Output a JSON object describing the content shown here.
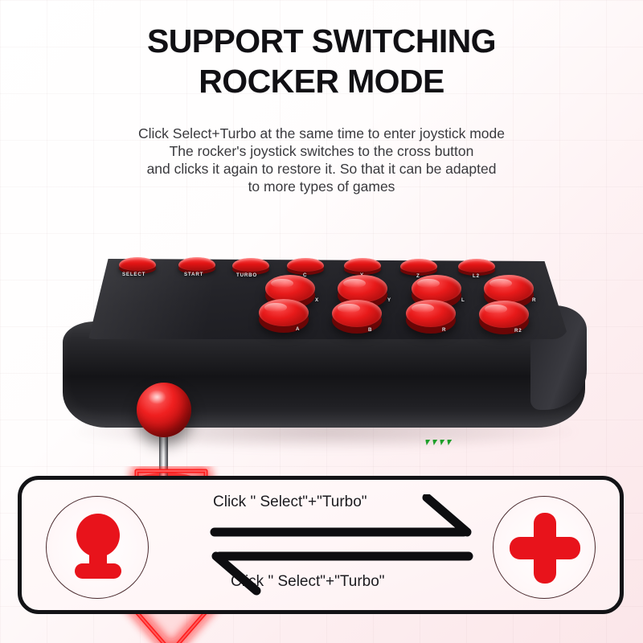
{
  "headline": {
    "line1": "SUPPORT SWITCHING",
    "line2": "ROCKER MODE"
  },
  "subtitle": {
    "line1": "Click Select+Turbo at the same time to enter joystick mode",
    "line2": "The rocker's joystick switches to the cross button",
    "line3": "and clicks it again to restore it. So that it can be adapted",
    "line4": "to more types of games"
  },
  "device": {
    "name": "arcade-fight-stick",
    "joystick": {
      "type": "ball-top-joystick",
      "ball_color": "#e21515"
    },
    "function_buttons": [
      {
        "label": "SELECT"
      },
      {
        "label": "START"
      },
      {
        "label": "TURBO"
      },
      {
        "label": "C"
      },
      {
        "label": "Y"
      },
      {
        "label": "Z"
      },
      {
        "label": "L2"
      }
    ],
    "action_buttons": [
      {
        "label": "X"
      },
      {
        "label": "Y"
      },
      {
        "label": "L"
      },
      {
        "label": "R"
      },
      {
        "label": "A"
      },
      {
        "label": "B"
      },
      {
        "label": "R"
      },
      {
        "label": "R2"
      }
    ],
    "led_indicator": {
      "name": "status-led-strip",
      "color": "#2bb838",
      "segments": 4
    },
    "overlay_arrow": {
      "name": "down-arrow-glow",
      "direction": "down",
      "color": "#ff1515"
    }
  },
  "panel": {
    "left_mode": {
      "icon": "joystick-icon",
      "color": "#e8131b"
    },
    "right_mode": {
      "icon": "cross-dpad-icon",
      "color": "#e8131b"
    },
    "arrow_top": {
      "caption": "Click  \" Select\"+\"Turbo\"",
      "direction": "right"
    },
    "arrow_bottom": {
      "caption": "Click  \" Select\"+\"Turbo\"",
      "direction": "left"
    }
  },
  "colors": {
    "accent_red": "#e8131b",
    "ink": "#131316",
    "background": "#fdf4f5"
  }
}
